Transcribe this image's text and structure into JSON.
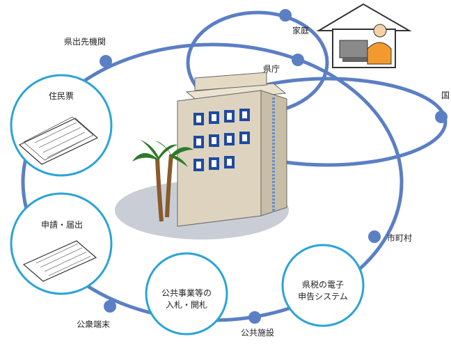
{
  "nodes": {
    "kenshutsusaki": "県出先機関",
    "katei": "家庭",
    "kencho": "県庁",
    "kuni": "国",
    "shichoson": "市町村",
    "koukyou_shisetsu": "公共施設",
    "koushuu_tanmatsu": "公衆端末"
  },
  "services": {
    "juminhyo": "住民票",
    "shinsei": "申請・届出",
    "nyusatsu_line1": "公共事業等の",
    "nyusatsu_line2": "入札・開札",
    "kenzei_line1": "県税の電子",
    "kenzei_line2": "申告システム"
  },
  "colors": {
    "network": "#5b7fc4",
    "node": "#5b7fc4",
    "circle_border": "#2aa3d8",
    "building": "#ddd3bf",
    "window": "#1f4aa0",
    "ground": "#c9ced6",
    "person": "#f39a2e"
  }
}
